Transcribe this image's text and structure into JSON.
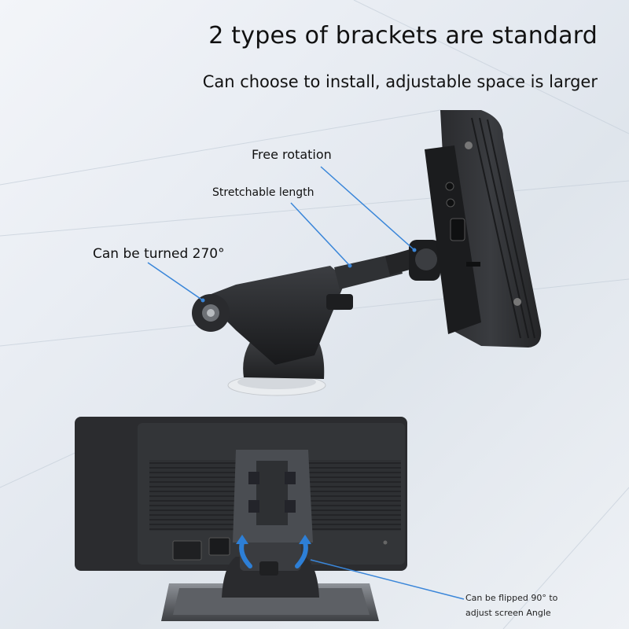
{
  "headline": "2 types of brackets are standard",
  "subheadline": "Can choose to install, adjustable space is larger",
  "callouts": {
    "free_rotation": "Free rotation",
    "stretchable_length": "Stretchable length",
    "turned_270": "Can be turned 270°",
    "flipped_line1": "Can be flipped 90° to",
    "flipped_line2": "adjust screen Angle"
  },
  "colors": {
    "callout_line": "#3a86d9",
    "arrow_blue": "#2d7fd6",
    "device_dark": "#2c2e31"
  }
}
